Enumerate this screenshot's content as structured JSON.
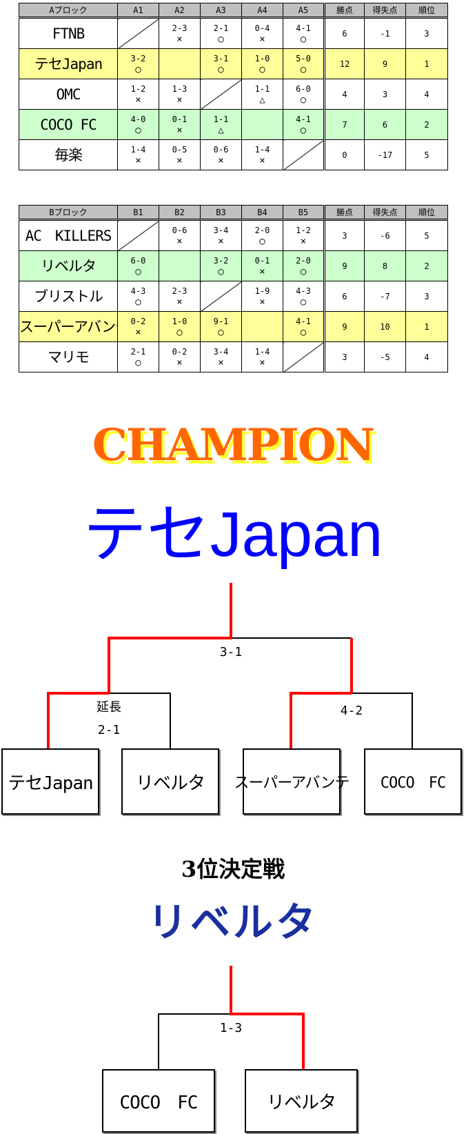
{
  "blocks": [
    {
      "header": [
        "Aブロック",
        "A1",
        "A2",
        "A3",
        "A4",
        "A5",
        "勝点",
        "得失点",
        "順位"
      ],
      "rows": [
        {
          "team": "FTNB",
          "color": "white",
          "cells": [
            null,
            [
              "2-3",
              "×"
            ],
            [
              "2-1",
              "○"
            ],
            [
              "0-4",
              "×"
            ],
            [
              "4-1",
              "○"
            ]
          ],
          "points": "6",
          "diff": "-1",
          "rank": "3"
        },
        {
          "team": "テセJapan",
          "color": "yellow",
          "cells": [
            [
              "3-2",
              "○"
            ],
            null,
            [
              "3-1",
              "○"
            ],
            [
              "1-0",
              "○"
            ],
            [
              "5-0",
              "○"
            ]
          ],
          "points": "12",
          "diff": "9",
          "rank": "1"
        },
        {
          "team": "OMC",
          "color": "white",
          "cells": [
            [
              "1-2",
              "×"
            ],
            [
              "1-3",
              "×"
            ],
            null,
            [
              "1-1",
              "△"
            ],
            [
              "6-0",
              "○"
            ]
          ],
          "points": "4",
          "diff": "3",
          "rank": "4"
        },
        {
          "team": "COCO FC",
          "color": "green",
          "cells": [
            [
              "4-0",
              "○"
            ],
            [
              "0-1",
              "×"
            ],
            [
              "1-1",
              "△"
            ],
            null,
            [
              "4-1",
              "○"
            ]
          ],
          "points": "7",
          "diff": "6",
          "rank": "2"
        },
        {
          "team": "毎楽",
          "color": "white",
          "cells": [
            [
              "1-4",
              "×"
            ],
            [
              "0-5",
              "×"
            ],
            [
              "0-6",
              "×"
            ],
            [
              "1-4",
              "×"
            ],
            null
          ],
          "points": "0",
          "diff": "-17",
          "rank": "5"
        }
      ]
    },
    {
      "header": [
        "Bブロック",
        "B1",
        "B2",
        "B3",
        "B4",
        "B5",
        "勝点",
        "得失点",
        "順位"
      ],
      "rows": [
        {
          "team": "AC　KILLERS",
          "color": "white",
          "cells": [
            null,
            [
              "0-6",
              "×"
            ],
            [
              "3-4",
              "×"
            ],
            [
              "2-0",
              "○"
            ],
            [
              "1-2",
              "×"
            ]
          ],
          "points": "3",
          "diff": "-6",
          "rank": "5"
        },
        {
          "team": "リベルタ",
          "color": "green",
          "cells": [
            [
              "6-0",
              "○"
            ],
            null,
            [
              "3-2",
              "○"
            ],
            [
              "0-1",
              "×"
            ],
            [
              "2-0",
              "○"
            ]
          ],
          "points": "9",
          "diff": "8",
          "rank": "2"
        },
        {
          "team": "ブリストル",
          "color": "white",
          "cells": [
            [
              "4-3",
              "○"
            ],
            [
              "2-3",
              "×"
            ],
            null,
            [
              "1-9",
              "×"
            ],
            [
              "4-3",
              "○"
            ]
          ],
          "points": "6",
          "diff": "-7",
          "rank": "3"
        },
        {
          "team": "スーパーアバンテ",
          "color": "yellow",
          "cells": [
            [
              "0-2",
              "×"
            ],
            [
              "1-0",
              "○"
            ],
            [
              "9-1",
              "○"
            ],
            null,
            [
              "4-1",
              "○"
            ]
          ],
          "points": "9",
          "diff": "10",
          "rank": "1"
        },
        {
          "team": "マリモ",
          "color": "white",
          "cells": [
            [
              "2-1",
              "○"
            ],
            [
              "0-2",
              "×"
            ],
            [
              "3-4",
              "×"
            ],
            [
              "1-4",
              "×"
            ],
            null
          ],
          "points": "3",
          "diff": "-5",
          "rank": "4"
        }
      ]
    }
  ],
  "champion": {
    "heading": "CHAMPION",
    "team": "テセJapan"
  },
  "final": {
    "score": "3-1",
    "semi1_note": "延長",
    "semi1_score": "2-1",
    "semi2_score": "4-2",
    "teams": [
      "テセJapan",
      "リベルタ",
      "スーパーアバンテ",
      "COCO　FC"
    ]
  },
  "third_place": {
    "heading": "3位決定戦",
    "winner": "リベルタ",
    "score": "1-3",
    "teams": [
      "COCO　FC",
      "リベルタ"
    ]
  },
  "colors": {
    "win_line": "#ff0000",
    "champion_text": "#ff6600",
    "champion_shadow": "#ffff33",
    "winner_text": "#0000ff"
  }
}
